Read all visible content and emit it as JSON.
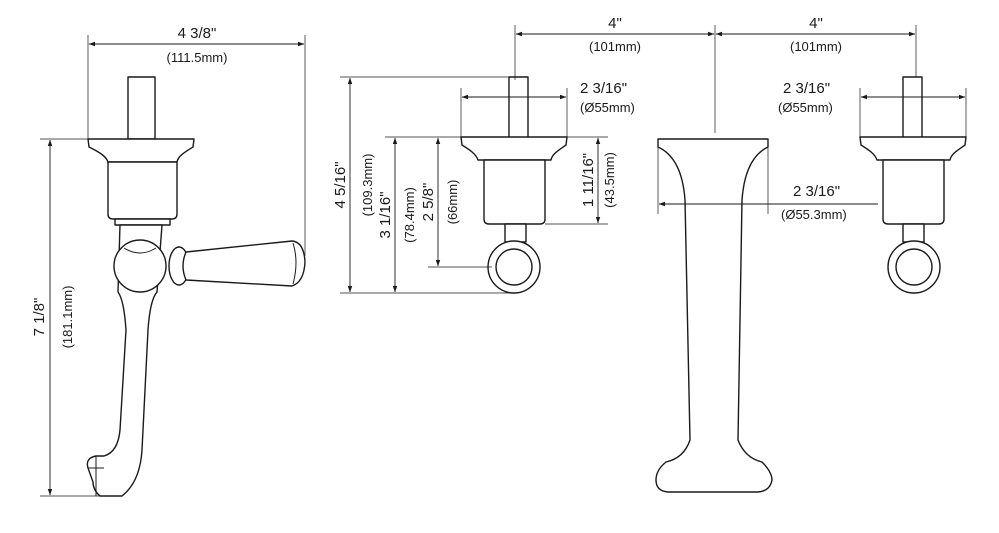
{
  "dimensions": {
    "spout_width": {
      "inch": "4 3/8\"",
      "mm": "(111.5mm)"
    },
    "spout_height": {
      "inch": "7 1/8\"",
      "mm": "(181.1mm)"
    },
    "valve_total_height": {
      "inch": "4 5/16\"",
      "mm": "(109.3mm)"
    },
    "valve_body_height": {
      "inch": "3 1/16\"",
      "mm": "(78.4mm)"
    },
    "valve_upper_height": {
      "inch": "2 5/8\"",
      "mm": "(66mm)"
    },
    "valve_body_depth": {
      "inch": "1 11/16\"",
      "mm": "(43.5mm)"
    },
    "left_valve_flange": {
      "inch": "2 3/16\"",
      "mm": "(Ø55mm)"
    },
    "right_valve_flange": {
      "inch": "2 3/16\"",
      "mm": "(Ø55mm)"
    },
    "spout_base": {
      "inch": "2 3/16\"",
      "mm": "(Ø55.3mm)"
    },
    "spacing_left": {
      "inch": "4\"",
      "mm": "(101mm)"
    },
    "spacing_right": {
      "inch": "4\"",
      "mm": "(101mm)"
    }
  }
}
